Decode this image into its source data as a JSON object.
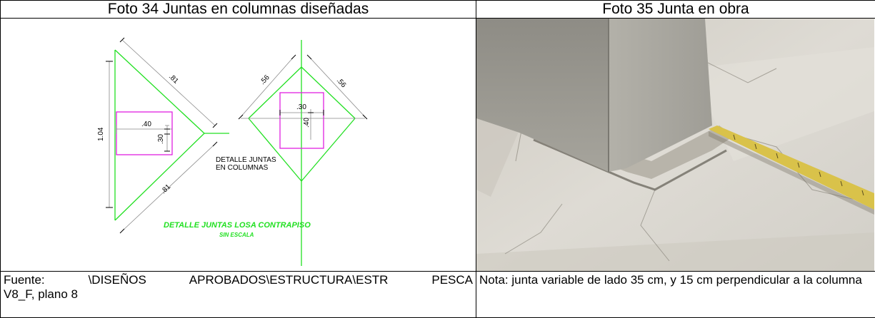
{
  "left": {
    "header": "Foto 34 Juntas en columnas diseñadas",
    "caption_line1": "Fuente: \\DISEÑOS APROBADOS\\ESTRUCTURA\\ESTR PESCA",
    "caption_line2": "V8_F, plano 8",
    "drawing": {
      "dim_081_top": ".81",
      "dim_081_bottom": ".81",
      "dim_104": "1.04",
      "dim_040_left": ".40",
      "dim_030_left": ".30",
      "dim_056_left": ".56",
      "dim_056_right": ".56",
      "dim_030_right": ".30",
      "dim_040_right": ".40",
      "note_line1": "DETALLE  JUNTAS",
      "note_line2": "EN  COLUMNAS",
      "title": "DETALLE JUNTAS LOSA CONTRAPISO",
      "subtitle": "SIN ESCALA",
      "colors": {
        "joint": "#22e022",
        "column": "#e020e0",
        "dimension": "#888888"
      }
    }
  },
  "right": {
    "header": "Foto 35 Junta en obra",
    "caption": "Nota: junta variable de lado 35 cm, y 15 cm perpendicular a la columna",
    "photo": {
      "column_color": "#a9a79f",
      "floor_color": "#d9d6cf",
      "tape_color": "#d9c24a"
    }
  }
}
